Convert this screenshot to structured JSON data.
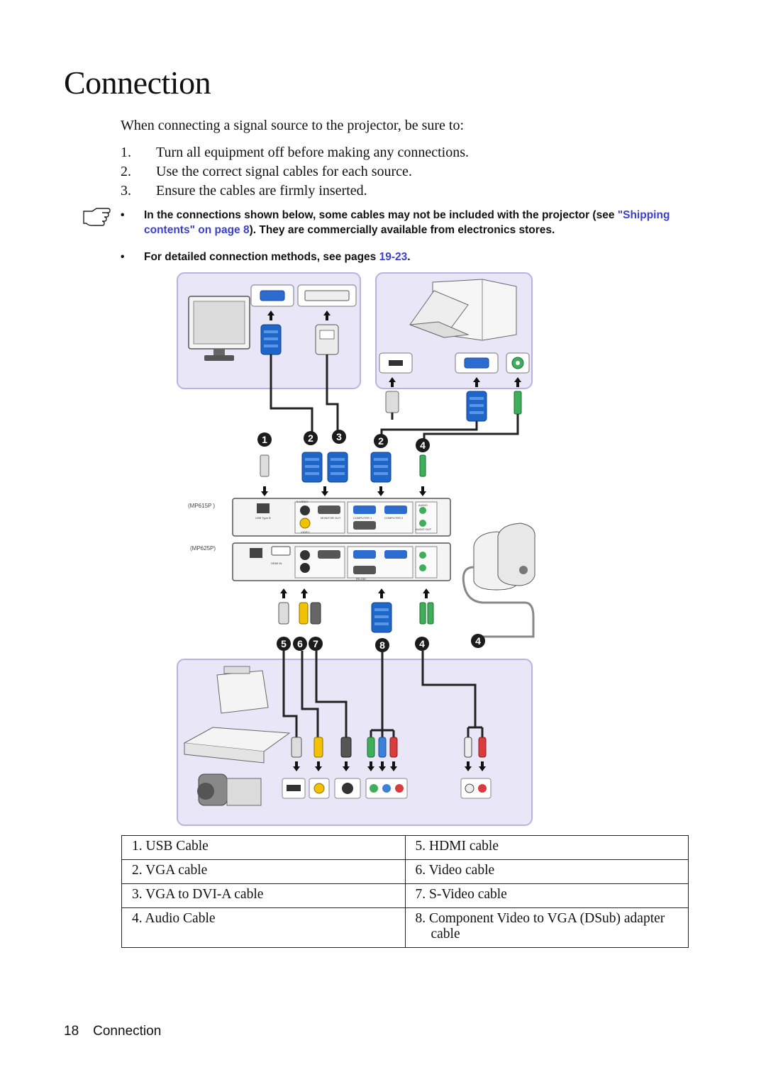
{
  "page_title": "Connection",
  "intro": "When connecting a signal source to the projector, be sure to:",
  "steps": [
    {
      "num": "1.",
      "text": "Turn all equipment off before making any connections."
    },
    {
      "num": "2.",
      "text": "Use the correct signal cables for each source."
    },
    {
      "num": "3.",
      "text": "Ensure the cables are firmly inserted."
    }
  ],
  "notes": {
    "bullet": "•",
    "note1_pre": "In the connections shown below, some cables may not be included with the projector (see ",
    "note1_link": "\"Shipping contents\" on page 8",
    "note1_post": "). They are commercially available from electronics stores.",
    "note2_pre": "For detailed connection methods, see pages ",
    "note2_link": "19-23",
    "note2_post": "."
  },
  "diagram": {
    "model_a": "(MP615P )",
    "model_b": "(MP625P)",
    "callouts": [
      "1",
      "2",
      "3",
      "2",
      "4",
      "5",
      "6",
      "7",
      "8",
      "4",
      "4"
    ],
    "port_text": [
      "S-VIDEO",
      "MONITOR OUT",
      "COMPUTER 1",
      "COMPUTER 2",
      "AUDIO",
      "USB Type B",
      "HDMI IN",
      "VIDEO",
      "AUDIO OUT",
      "RS-232"
    ],
    "colors": {
      "panel": "#e9e6f7",
      "panel_border": "#b9b2e2",
      "vga_blue": "#1f66c9",
      "callout": "#1b1b1b"
    }
  },
  "cables": [
    [
      "1. USB Cable",
      "5. HDMI cable"
    ],
    [
      "2. VGA cable",
      "6. Video cable"
    ],
    [
      "3. VGA to DVI-A cable",
      "7. S-Video cable"
    ],
    [
      "4. Audio Cable",
      "8. Component Video to VGA (DSub) adapter cable"
    ]
  ],
  "footer": {
    "page_number": "18",
    "section": "Connection"
  }
}
